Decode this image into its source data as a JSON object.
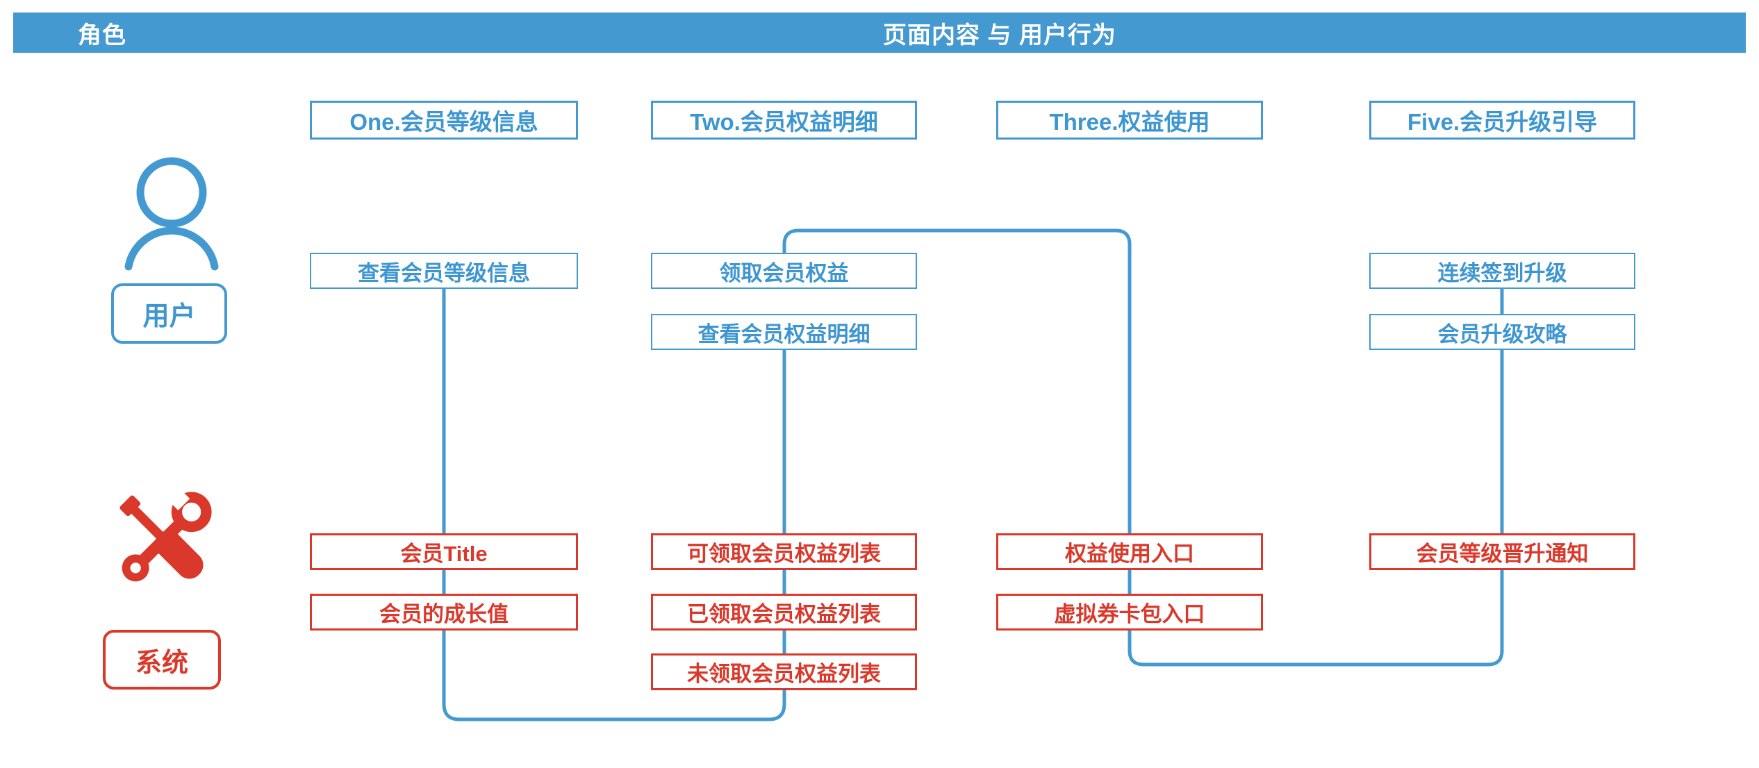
{
  "header": {
    "role_label": "角色",
    "content_label": "页面内容 与 用户行为"
  },
  "actors": {
    "user": {
      "label": "用户",
      "icon": "person-icon"
    },
    "system": {
      "label": "系统",
      "icon": "tools-icon"
    }
  },
  "columns": [
    {
      "title": "One.会员等级信息",
      "user_actions": [
        "查看会员等级信息"
      ],
      "system_outputs": [
        "会员Title",
        "会员的成长值"
      ]
    },
    {
      "title": "Two.会员权益明细",
      "user_actions": [
        "领取会员权益",
        "查看会员权益明细"
      ],
      "system_outputs": [
        "可领取会员权益列表",
        "已领取会员权益列表",
        "未领取会员权益列表"
      ]
    },
    {
      "title": "Three.权益使用",
      "user_actions": [],
      "system_outputs": [
        "权益使用入口",
        "虚拟券卡包入口"
      ]
    },
    {
      "title": "Five.会员升级引导",
      "user_actions": [
        "连续签到升级",
        "会员升级攻略"
      ],
      "system_outputs": [
        "会员等级晋升通知"
      ]
    }
  ],
  "colors": {
    "blue": "#4499d1",
    "blue_text": "#3e96d1",
    "red": "#da382a",
    "header_bg": "#4499d1",
    "header_text": "#ffffff"
  }
}
